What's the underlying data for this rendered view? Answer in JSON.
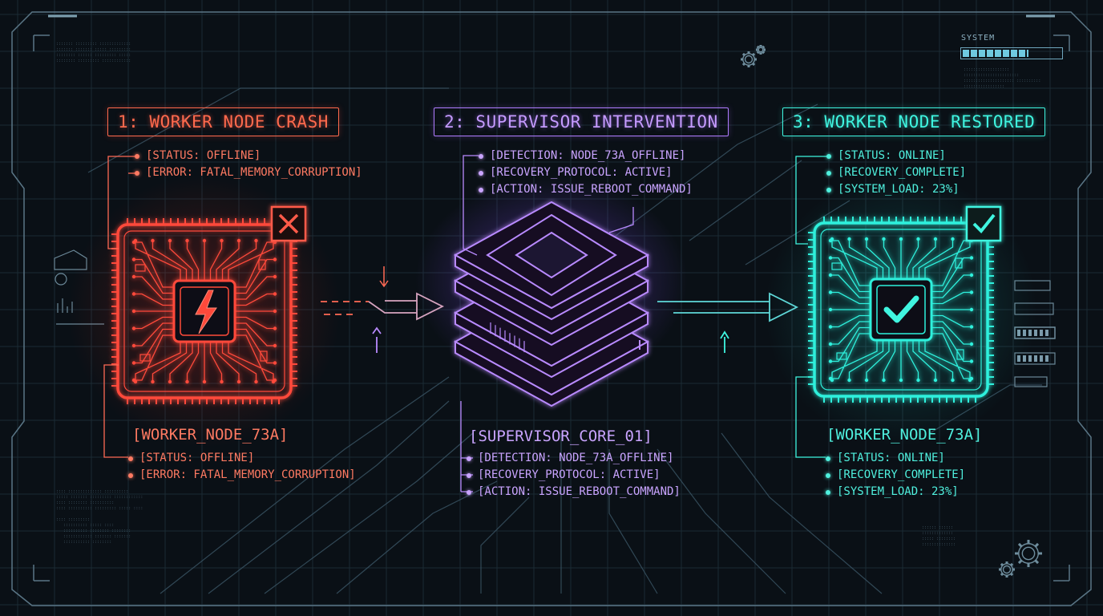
{
  "header": {
    "system_label": "SYSTEM",
    "system_bar_fraction": 0.66
  },
  "stages": [
    {
      "id": "crash",
      "title": "1: WORKER NODE CRASH",
      "color": "#ff5a44",
      "top_lines": [
        "[STATUS: OFFLINE]",
        "[ERROR: FATAL_MEMORY_CORRUPTION]"
      ],
      "badge_icon": "x-icon",
      "chip_icon": "lightning-icon",
      "node_name": "[WORKER_NODE_73A]",
      "bottom_lines": [
        "[STATUS: OFFLINE]",
        "[ERROR: FATAL_MEMORY_CORRUPTION]"
      ]
    },
    {
      "id": "supervisor",
      "title": "2: SUPERVISOR INTERVENTION",
      "color": "#b07cff",
      "top_lines": [
        "[DETECTION: NODE_73A_OFFLINE]",
        "[RECOVERY_PROTOCOL: ACTIVE]",
        "[ACTION: ISSUE_REBOOT_COMMAND]"
      ],
      "chip_icon": "stacked-processor-icon",
      "node_name": "[SUPERVISOR_CORE_01]",
      "bottom_lines": [
        "[DETECTION: NODE_73A_OFFLINE]",
        "[RECOVERY_PROTOCOL: ACTIVE]",
        "[ACTION: ISSUE_REBOOT_COMMAND]"
      ]
    },
    {
      "id": "restored",
      "title": "3: WORKER NODE RESTORED",
      "color": "#3ff5e0",
      "top_lines": [
        "[STATUS: ONLINE]",
        "[RECOVERY_COMPLETE]",
        "[SYSTEM_LOAD: 23%]"
      ],
      "badge_icon": "check-icon",
      "chip_icon": "check-icon",
      "node_name": "[WORKER_NODE_73A]",
      "bottom_lines": [
        "[STATUS: ONLINE]",
        "[RECOVERY_COMPLETE]",
        "[SYSTEM_LOAD: 23%]"
      ]
    }
  ]
}
